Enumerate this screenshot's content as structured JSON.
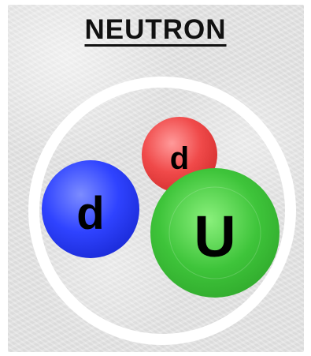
{
  "title": "NEUTRON",
  "quarks": [
    {
      "name": "down-quark-left",
      "label": "d",
      "color": "#2f43ff"
    },
    {
      "name": "down-quark-top",
      "label": "d",
      "color": "#f04a4a"
    },
    {
      "name": "up-quark",
      "label": "U",
      "color": "#3ec43a"
    }
  ],
  "colors": {
    "background": "#e4e4e4",
    "ring": "#ffffff"
  }
}
